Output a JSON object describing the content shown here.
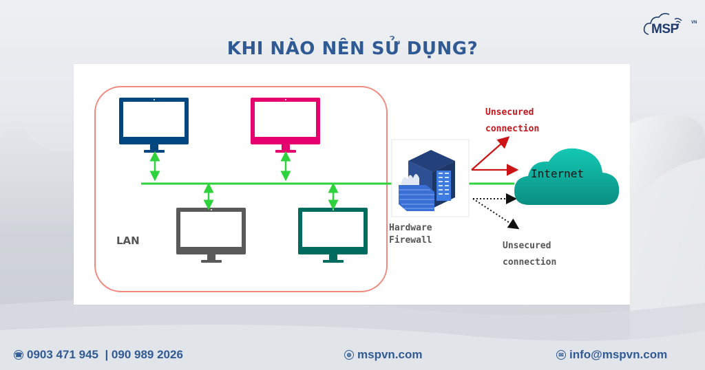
{
  "brand": {
    "logo_text": "MSP",
    "logo_superscript": "VN"
  },
  "header": {
    "title": "KHI NÀO NÊN SỬ DỤNG?"
  },
  "diagram": {
    "lan_label": "LAN",
    "firewall_label_line1": "Hardware",
    "firewall_label_line2": "Firewall",
    "internet_label": "Internet",
    "unsecured_top_line1": "Unsecured",
    "unsecured_top_line2": "connection",
    "unsecured_bottom_line1": "Unsecured",
    "unsecured_bottom_line2": "connection",
    "computers": [
      {
        "name": "computer-1",
        "color": "#00477f"
      },
      {
        "name": "computer-2",
        "color": "#e6006e"
      },
      {
        "name": "computer-3",
        "color": "#5a5a5a"
      },
      {
        "name": "computer-4",
        "color": "#006c60"
      }
    ],
    "colors": {
      "lan_border": "#f08a80",
      "network_line": "#2ed23c",
      "secure_arrow": "#cc1417",
      "unsecure_arrow": "#111111",
      "cloud_top": "#14c8b4",
      "cloud_bottom": "#0a8f82"
    }
  },
  "footer": {
    "phone": "0903 471 945  | 090 989 2026",
    "website": "mspvn.com",
    "email": "info@mspvn.com",
    "phone_icon": "phone-icon",
    "web_icon": "globe-icon",
    "email_icon": "mail-icon"
  }
}
